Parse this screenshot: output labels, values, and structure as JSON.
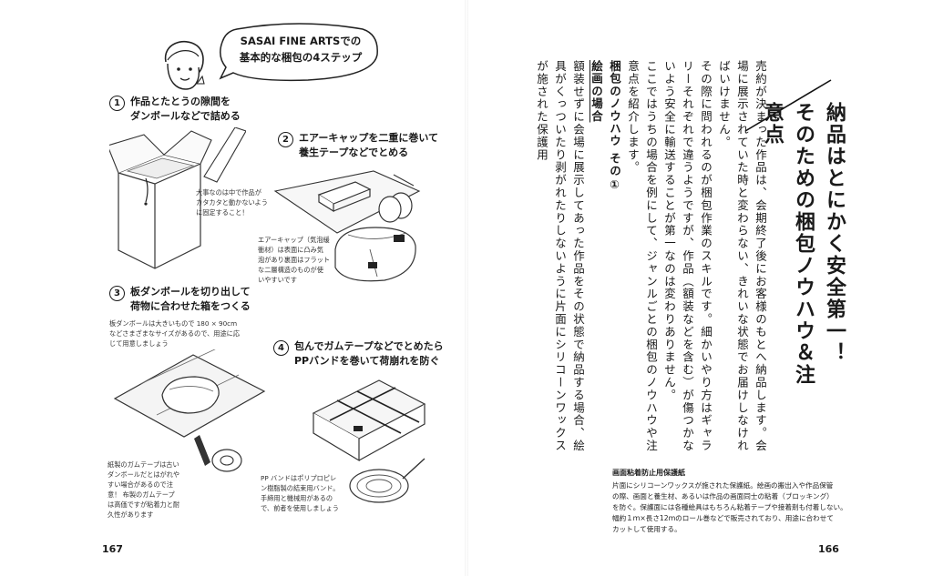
{
  "left_page": {
    "bubble_lines": [
      "SASAI FINE ARTSでの",
      "基本的な梱包の4ステップ"
    ],
    "steps": [
      {
        "num": "1",
        "lines": [
          "作品とたとうの隙間を",
          "ダンボールなどで詰める"
        ]
      },
      {
        "num": "2",
        "lines": [
          "エアーキャップを二重に巻いて",
          "養生テープなどでとめる"
        ]
      },
      {
        "num": "3",
        "lines": [
          "板ダンボールを切り出して",
          "荷物に合わせた箱をつくる"
        ]
      },
      {
        "num": "4",
        "lines": [
          "包んでガムテープなどでとめたら",
          "PPバンドを巻いて荷崩れを防ぐ"
        ]
      }
    ],
    "notes": {
      "step1": [
        "大事なのは中で作品が",
        "カタカタと動かないよう",
        "に固定すること！"
      ],
      "step2": [
        "エアーキャップ（気泡緩",
        "衝材）は表面に凸み気",
        "泡があり裏面はフラット",
        "な二層構造のものが使",
        "いやすいです"
      ],
      "step3": [
        "板ダンボールは大きいもので 180 × 90cm",
        "などさまざまなサイズがあるので、用途に応",
        "じて用意しましょう"
      ],
      "tape": [
        "紙製のガムテープは古い",
        "ダンボールだとはがれや",
        "すい場合があるので注",
        "意！ 布製のガムテープ",
        "は高価ですが粘着力と耐",
        "久性があります"
      ],
      "pp_band": [
        "PP バンドはポリプロピレ",
        "ン樹脂製の結束用バンド。",
        "手締用と機械用があるの",
        "で、前者を使用しましょう"
      ]
    },
    "folio": "167"
  },
  "right_page": {
    "title_lines": [
      "納品はとにかく安全第一！",
      "そのための梱包ノウハウ＆注意点"
    ],
    "body_paragraphs": [
      "売約が決まった作品は、会期終了後にお客様のもとへ納品します。会場に展示されていた時と変わらない、きれいな状態でお届けしなければいけません。",
      "その際に問われるのが梱包作業のスキルです。細かいやり方はギャラリーそれぞれで違うようですが、作品（額装などを含む）が傷つかないよう安全に輸送することが第一なのは変わりありません。",
      "ここではうちの場合を例にして、ジャンルごとの梱包のノウハウや注意点を紹介します。"
    ],
    "tip_title": "梱包のノウハウ その①",
    "tip_subtitle": "絵画の場合",
    "tip_body": "額装せずに会場に展示してあった作品をその状態で納品する場合、絵具がくっついたり剥がれたりしないように片面にシリコーンワックスが施された保護用",
    "gloss_title": "画面粘着防止用保護紙",
    "gloss_lines": [
      "片面にシリコーンワックスが施された保護紙。絵画の搬出入や作品保管",
      "の際、画面と養生材、あるいは作品の画面同士の粘着（ブロッキング）",
      "を防ぐ。保護面には各種絵具はもちろん粘着テープや接着剤も付着しない。",
      "幅約１ｍ×長さ12ｍのロール巻などで販売されており、用途に合わせて",
      "カットして使用する。"
    ],
    "folio": "166"
  }
}
